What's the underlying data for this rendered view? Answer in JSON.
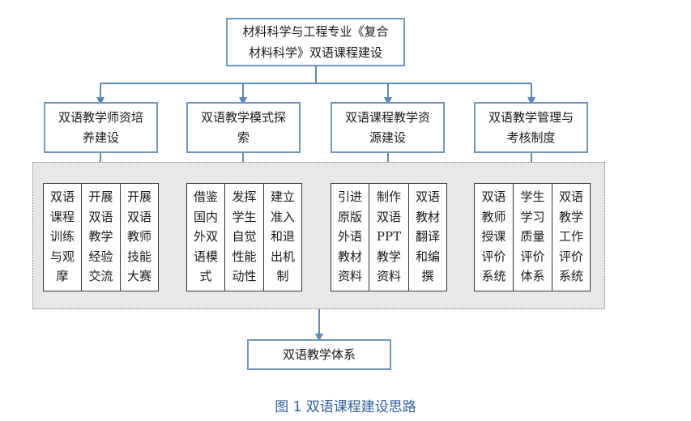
{
  "root": {
    "line1": "材料科学与工程专业《复合",
    "line2": "材料科学》双语课程建设"
  },
  "branches": [
    {
      "title_line1": "双语教学师资培",
      "title_line2": "养建设",
      "leaves": [
        "双语课程训练与观摩",
        "开展双语教学经验交流",
        "开展双语教师技能大赛"
      ]
    },
    {
      "title_line1": "双语教学模式探",
      "title_line2": "索",
      "leaves": [
        "借鉴国内外双语模式",
        "发挥学生自觉性能动性",
        "建立准入和退出机制"
      ]
    },
    {
      "title_line1": "双语课程教学资",
      "title_line2": "源建设",
      "leaves": [
        "引进原版外语教材资料",
        "制作双语PPT教学资料",
        "双语教材翻译和编撰"
      ]
    },
    {
      "title_line1": "双语教学管理与",
      "title_line2": "考核制度",
      "leaves": [
        "双语教师授课评价系统",
        "学生学习质量评价体系",
        "双语教学工作评价系统"
      ]
    }
  ],
  "result": "双语教学体系",
  "caption": "图 1  双语课程建设思路",
  "colors": {
    "box_border": "#6f97bd",
    "arrow": "#5b8ab8",
    "panel": "#e8e8e8",
    "caption": "#2f5f9e"
  }
}
